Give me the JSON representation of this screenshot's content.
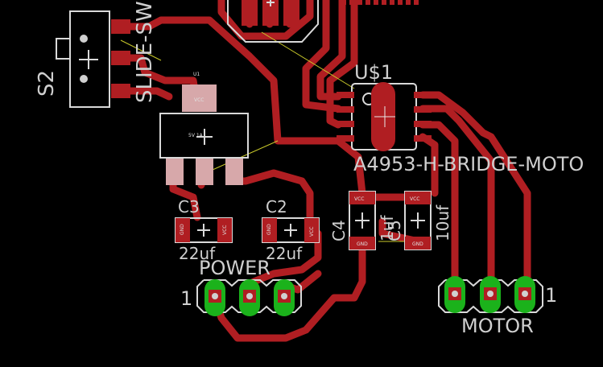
{
  "components": {
    "s2": {
      "ref": "S2",
      "value": "SLIDE-SW"
    },
    "u1": {
      "ref": "U1",
      "pin_label": "VCC",
      "body_label": "5V 1A"
    },
    "ic": {
      "ref": "U$1",
      "value": "A4953-H-BRIDGE-MOTO"
    },
    "c3": {
      "ref": "C3",
      "value": "22uf",
      "pin1": "GND",
      "pin2": "VCC"
    },
    "c2": {
      "ref": "C2",
      "value": "22uf",
      "pin1": "GND",
      "pin2": "VCC"
    },
    "c4": {
      "ref": "C4",
      "value": "1uf",
      "pin_top": "VCC",
      "pin_bottom": "GND"
    },
    "c5": {
      "ref": "C5",
      "value": "10uf",
      "pin_top": "VCC",
      "pin_bottom": "GND"
    },
    "power": {
      "ref": "POWER",
      "pin1": "1"
    },
    "motor": {
      "ref": "MOTOR",
      "pin1": "1"
    }
  },
  "colors": {
    "background": "#000000",
    "copper_top": "#b01e22",
    "silkscreen": "#d9d9d9",
    "airwire": "#c8c82a",
    "through_hole_pad": "#1bb21b"
  }
}
